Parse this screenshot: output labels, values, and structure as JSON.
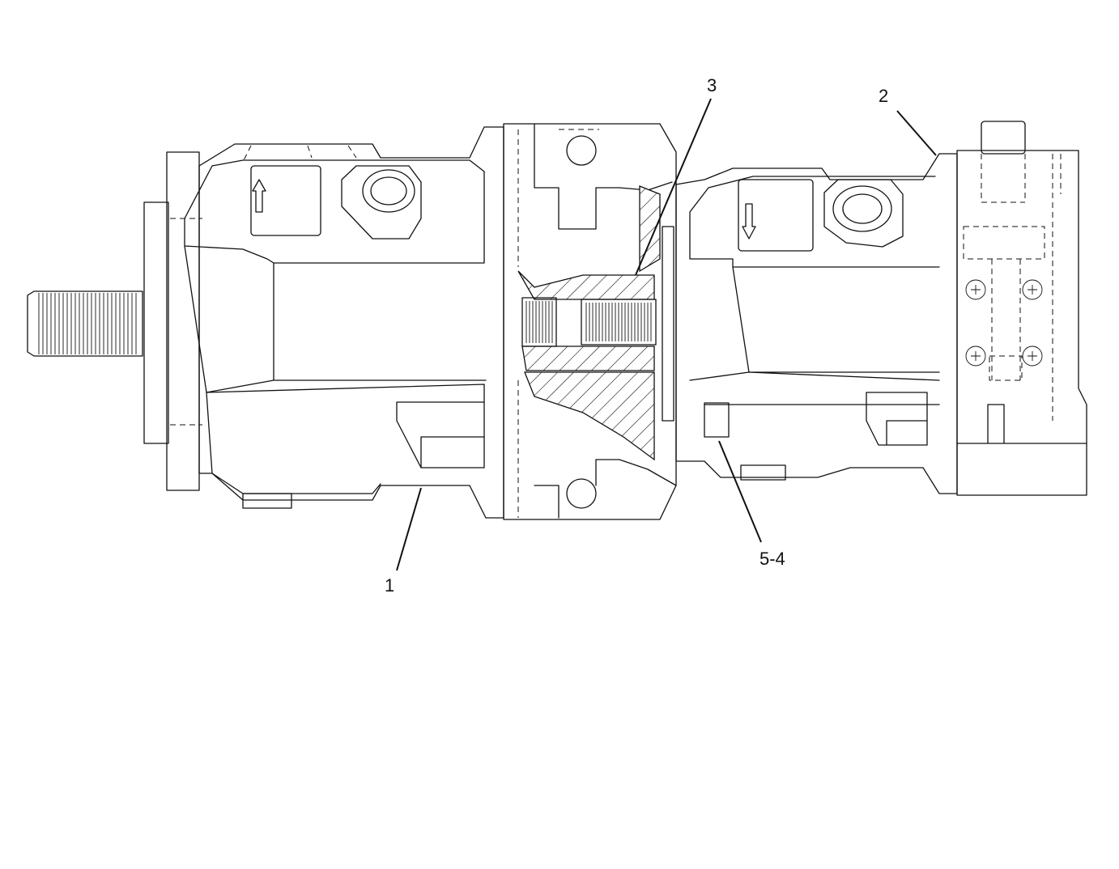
{
  "callouts": [
    {
      "id": "c1",
      "label": "1"
    },
    {
      "id": "c2",
      "label": "2"
    },
    {
      "id": "c3",
      "label": "3"
    },
    {
      "id": "c54",
      "label": "5-4"
    }
  ]
}
